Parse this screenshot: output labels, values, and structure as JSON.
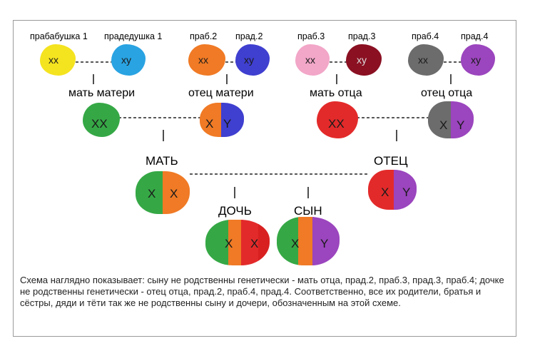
{
  "gen1": [
    {
      "label": "прабабушка 1",
      "genotype": "хх",
      "color": "#f4e31f"
    },
    {
      "label": "прадедушка 1",
      "genotype": "ху",
      "color": "#29a3e2"
    },
    {
      "label": "праб.2",
      "genotype": "хх",
      "color": "#f07a25"
    },
    {
      "label": "прад.2",
      "genotype": "ху",
      "color": "#3f3fd0"
    },
    {
      "label": "праб.3",
      "genotype": "хх",
      "color": "#f2a6c8"
    },
    {
      "label": "прад.3",
      "genotype": "ху",
      "color": "#8a1022"
    },
    {
      "label": "праб.4",
      "genotype": "хх",
      "color": "#6c6c6c"
    },
    {
      "label": "прад.4",
      "genotype": "ху",
      "color": "#9b45be"
    }
  ],
  "gen2": [
    {
      "label": "мать матери",
      "genotype": "ХХ",
      "color": "#35a845"
    },
    {
      "label": "отец матери",
      "g1": "Х",
      "g2": "Y",
      "c1": "#f07a25",
      "c2": "#3f3fd0"
    },
    {
      "label": "мать отца",
      "genotype": "ХХ",
      "color": "#e32a2a"
    },
    {
      "label": "отец отца",
      "g1": "Х",
      "g2": "Y",
      "c1": "#6c6c6c",
      "c2": "#9b45be"
    }
  ],
  "gen3": [
    {
      "label": "МАТЬ",
      "g1": "Х",
      "g2": "Х",
      "c1": "#35a845",
      "c2": "#f07a25"
    },
    {
      "label": "ОТЕЦ",
      "g1": "Х",
      "g2": "Y",
      "c1": "#e32a2a",
      "c2": "#9b45be"
    }
  ],
  "gen4": [
    {
      "label": "ДОЧЬ",
      "g1": "Х",
      "g2": "Х",
      "colors": [
        "#35a845",
        "#f07a25",
        "#e32a2a",
        "#d92020"
      ]
    },
    {
      "label": "СЫН",
      "g1": "Х",
      "g2": "Y",
      "colors": [
        "#35a845",
        "#f07a25",
        "#9b45be"
      ]
    }
  ],
  "caption": "Схема наглядно показывает: сыну не родственны генетически - мать отца, прад.2, праб.3, прад.3, праб.4; дочке не родственны генетически - отец отца, прад.2, праб.4, прад.4. Соответственно, все их родители, братья и сёстры, дяди и тёти так же не родственны сыну и дочери, обозначенным на этой схеме."
}
